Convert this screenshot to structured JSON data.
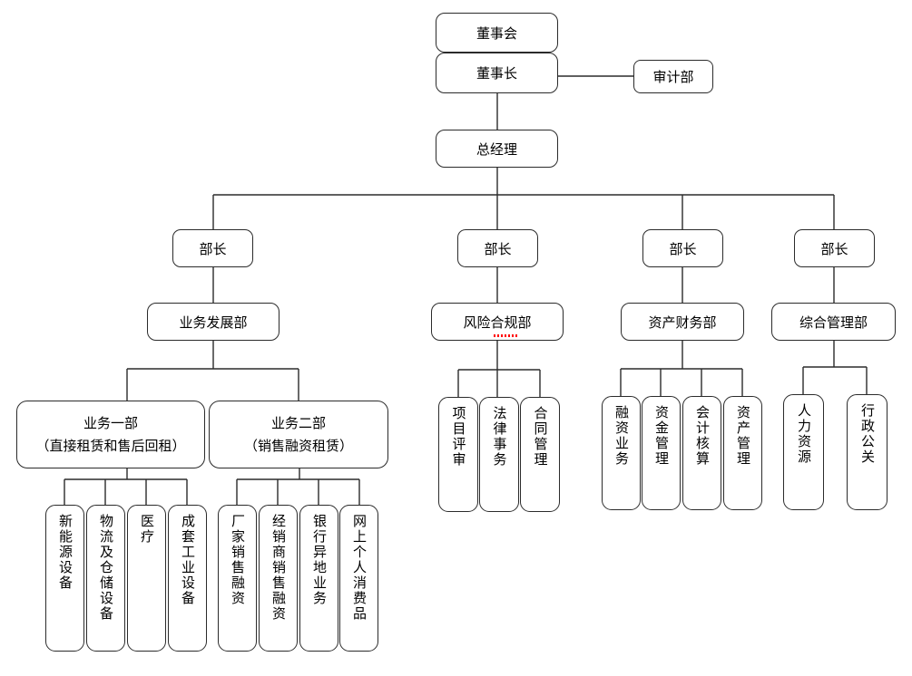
{
  "colors": {
    "background": "#ffffff",
    "box_border": "#2b2b2b",
    "line": "#2b2b2b",
    "text": "#000000",
    "spellcheck_underline": "#ff0000"
  },
  "nodes": {
    "board": "董事会",
    "chairman": "董事长",
    "audit": "审计部",
    "general_manager": "总经理",
    "minister": "部长",
    "dept_business_development": "业务发展部",
    "dept_risk_compliance": "风险合规部",
    "dept_asset_finance": "资产财务部",
    "dept_general_management": "综合管理部",
    "biz1_title": "业务一部",
    "biz1_sub": "（直接租赁和售后回租）",
    "biz2_title": "业务二部",
    "biz2_sub": "（销售融资租赁）",
    "leaf_new_energy": "新能源设备",
    "leaf_logistics_storage": "物流及仓储设备",
    "leaf_medical": "医疗",
    "leaf_industrial_sets": "成套工业设备",
    "leaf_manufacturer_financing": "厂家销售融资",
    "leaf_dealer_financing": "经销商销售融资",
    "leaf_bank_remote": "银行异地业务",
    "leaf_online_consumer": "网上个人消费品",
    "leaf_project_review": "项目评审",
    "leaf_legal_affairs": "法律事务",
    "leaf_contract_management": "合同管理",
    "leaf_financing_business": "融资业务",
    "leaf_fund_management": "资金管理",
    "leaf_accounting": "会计核算",
    "leaf_asset_management": "资产管理",
    "leaf_human_resources": "人力资源",
    "leaf_admin_pr": "行政公关"
  }
}
